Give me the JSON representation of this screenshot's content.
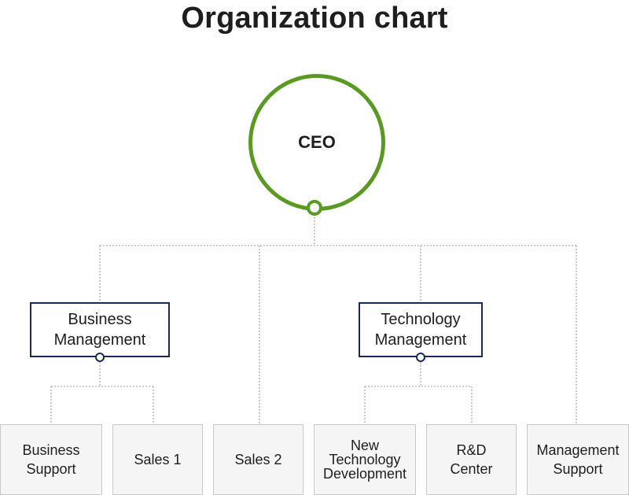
{
  "title": "Organization chart",
  "ceo": {
    "label": "CEO"
  },
  "managers": [
    {
      "line1": "Business",
      "line2": "Management"
    },
    {
      "line1": "Technology",
      "line2": "Management"
    }
  ],
  "units": [
    {
      "line1": "Business",
      "line2": "Support"
    },
    {
      "line1": "Sales 1"
    },
    {
      "line1": "Sales 2"
    },
    {
      "line1": "New",
      "line2": "Technology",
      "line3": "Development"
    },
    {
      "line1": "R&D",
      "line2": "Center"
    },
    {
      "line1": "Management",
      "line2": "Support"
    }
  ],
  "colors": {
    "ceo_ring": "#5a9a22",
    "manager_border": "#1a2a55",
    "leaf_fill": "#f5f5f5",
    "connector": "#bdbdbd"
  }
}
